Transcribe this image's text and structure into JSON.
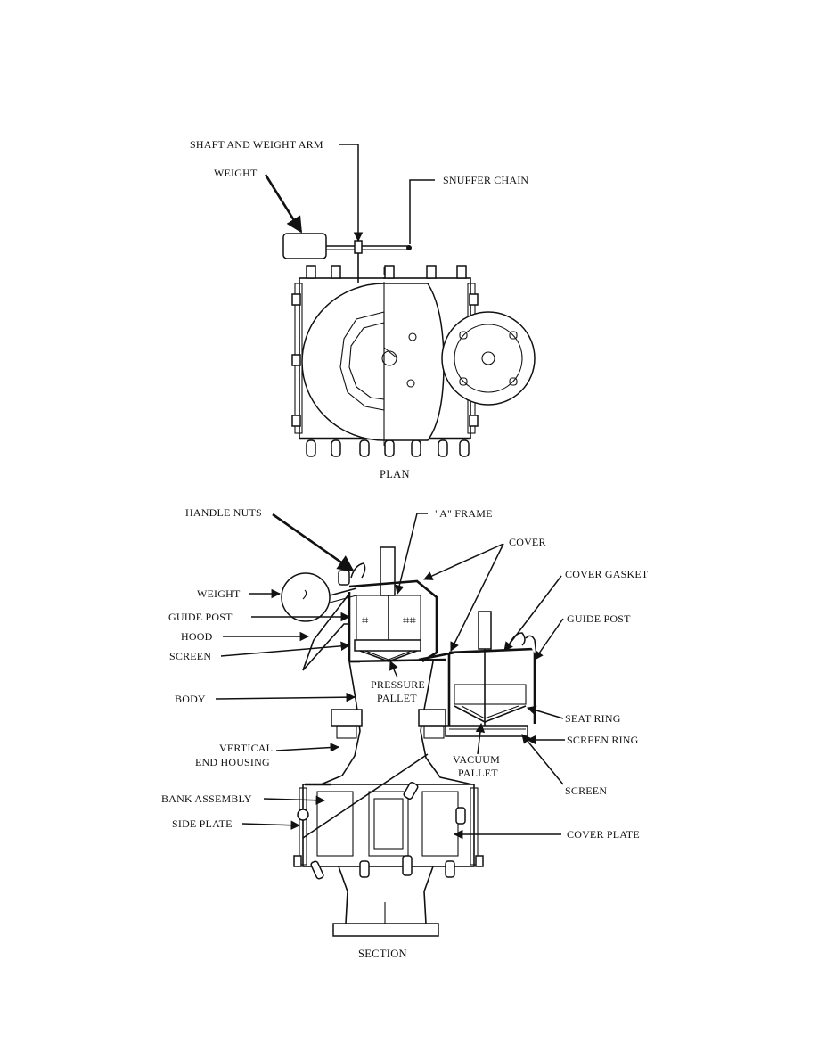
{
  "plan": {
    "caption": "PLAN",
    "labels": {
      "shaft_and_weight_arm": "SHAFT AND WEIGHT ARM",
      "weight": "WEIGHT",
      "snuffer_chain": "SNUFFER CHAIN"
    }
  },
  "section": {
    "caption": "SECTION",
    "labels": {
      "handle_nuts": "HANDLE NUTS",
      "a_frame": "\"A\" FRAME",
      "cover": "COVER",
      "cover_gasket": "COVER GASKET",
      "weight": "WEIGHT",
      "guide_post_left": "GUIDE POST",
      "guide_post_right": "GUIDE POST",
      "hood": "HOOD",
      "screen_left": "SCREEN",
      "pressure_pallet_1": "PRESSURE",
      "pressure_pallet_2": "PALLET",
      "body": "BODY",
      "seat_ring": "SEAT RING",
      "screen_ring": "SCREEN RING",
      "vertical_end_housing_1": "VERTICAL",
      "vertical_end_housing_2": "END HOUSING",
      "vacuum_pallet_1": "VACUUM",
      "vacuum_pallet_2": "PALLET",
      "screen_right": "SCREEN",
      "bank_assembly": "BANK ASSEMBLY",
      "side_plate": "SIDE PLATE",
      "cover_plate": "COVER PLATE"
    }
  }
}
